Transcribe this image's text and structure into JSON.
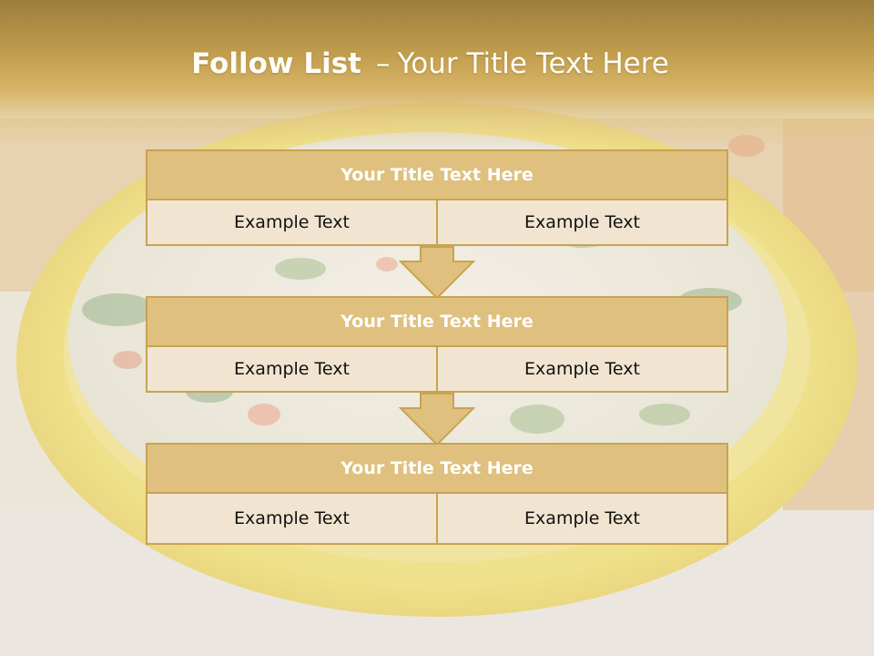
{
  "slide": {
    "title_bold": "Follow List",
    "title_dash": "–",
    "title_rest": "Your Title Text Here"
  },
  "steps": [
    {
      "title": "Your Title Text Here",
      "left": "Example Text",
      "right": "Example Text"
    },
    {
      "title": "Your Title Text Here",
      "left": "Example Text",
      "right": "Example Text"
    },
    {
      "title": "Your Title Text Here",
      "left": "Example Text",
      "right": "Example Text"
    }
  ],
  "colors": {
    "title_band": "#c29e4e",
    "header_fill": "#dfc07e",
    "cell_fill": "#f1e5d1",
    "border": "#c8a352"
  },
  "background": {
    "image": "rice-salad-in-yellow-bowl"
  }
}
